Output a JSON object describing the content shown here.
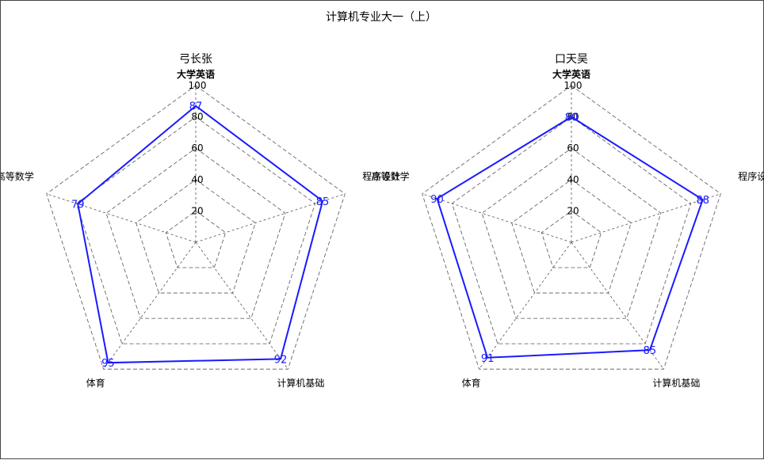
{
  "chart_data": {
    "type": "radar",
    "title": "计算机专业大一（上）",
    "axes": [
      "大学英语",
      "程序设计",
      "计算机基础",
      "体育",
      "高等数学"
    ],
    "rlim": [
      0,
      100
    ],
    "rticks": [
      20,
      40,
      60,
      80,
      100
    ],
    "grid": true,
    "line_color": "#1a1aff",
    "label_color": "#1a1aff",
    "charts": [
      {
        "title": "弓长张",
        "values": [
          87,
          85,
          92,
          95,
          79
        ]
      },
      {
        "title": "口天吴",
        "values": [
          80,
          88,
          85,
          91,
          90
        ]
      }
    ]
  }
}
